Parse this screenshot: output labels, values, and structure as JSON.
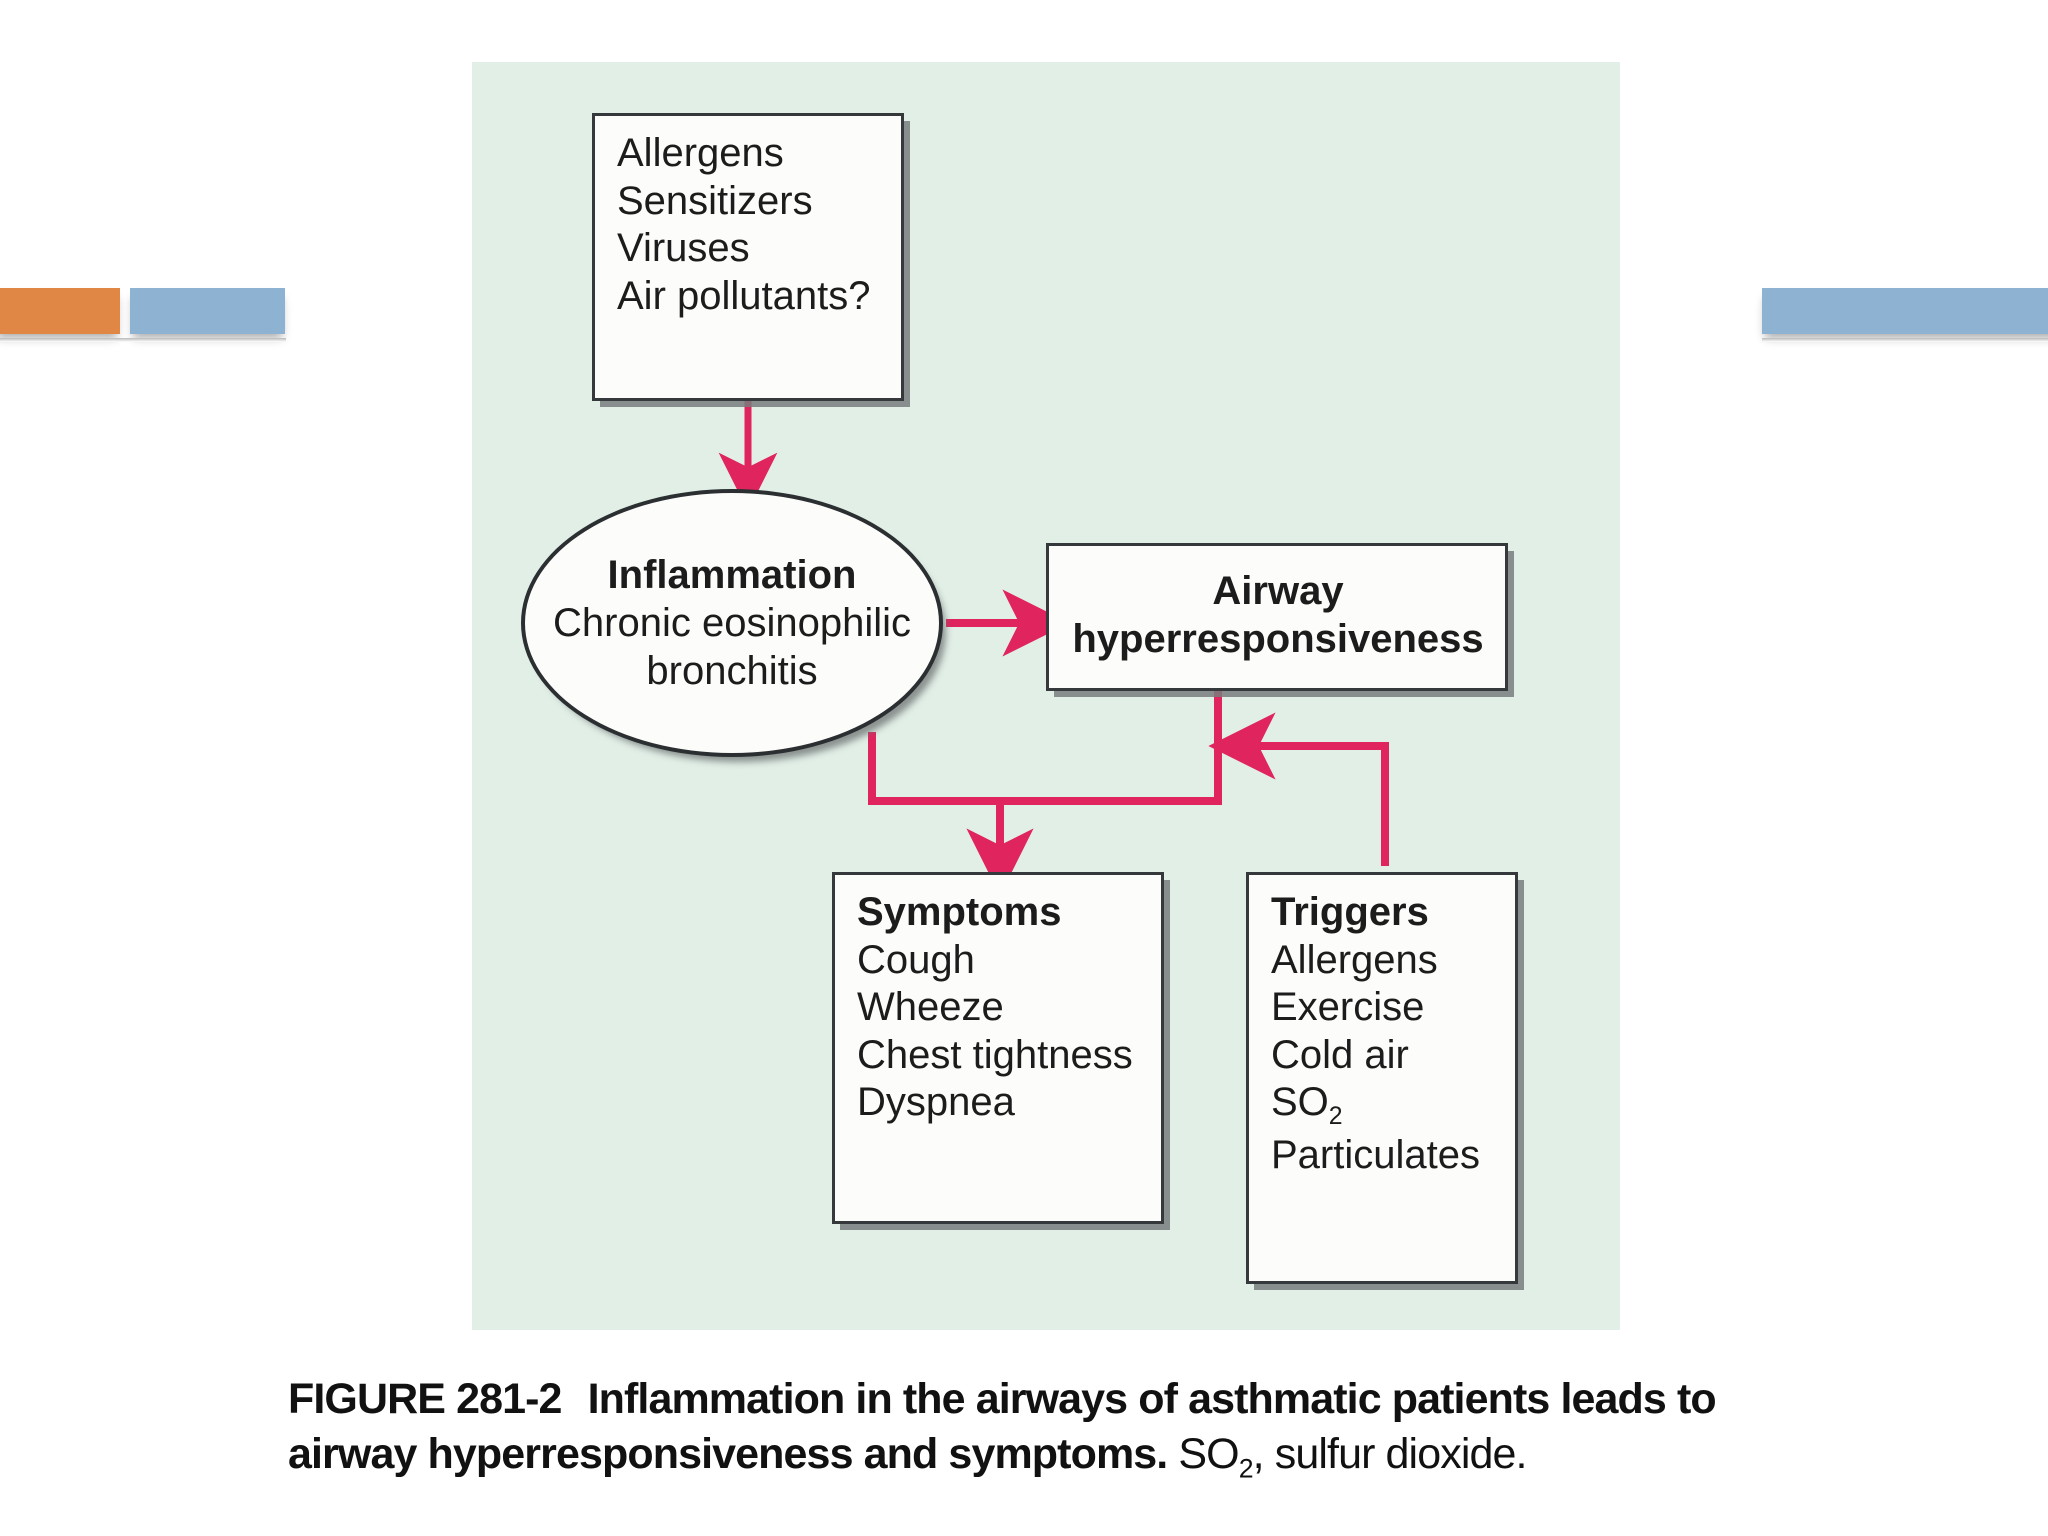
{
  "decor": {
    "bars": [
      {
        "name": "orange-bar",
        "color": "#E08746"
      },
      {
        "name": "blue-bar-left",
        "color": "#8EB3D2"
      },
      {
        "name": "blue-bar-right",
        "color": "#8EB3D2"
      }
    ]
  },
  "figure": {
    "panel_color": "#E1EFE7",
    "connector_color": "#E0245E",
    "nodes": {
      "stimuli": {
        "title": "",
        "lines": [
          "Allergens",
          "Sensitizers",
          "Viruses",
          "Air pollutants?"
        ]
      },
      "inflammation": {
        "heading": "Inflammation",
        "lines": [
          "Chronic eosinophilic",
          "bronchitis"
        ]
      },
      "airway_hyperresponsiveness": {
        "lines": [
          "Airway",
          "hyperresponsiveness"
        ]
      },
      "symptoms": {
        "heading": "Symptoms",
        "lines": [
          "Cough",
          "Wheeze",
          "Chest tightness",
          "Dyspnea"
        ]
      },
      "triggers": {
        "heading": "Triggers",
        "lines": [
          "Allergens",
          "Exercise",
          "Cold air",
          "SO2",
          "Particulates"
        ],
        "so2_base": "SO",
        "so2_sub": "2"
      }
    },
    "edges": [
      {
        "from": "stimuli",
        "to": "inflammation",
        "style": "arrow-down"
      },
      {
        "from": "inflammation",
        "to": "airway_hyperresponsiveness",
        "style": "arrow-right"
      },
      {
        "from": "inflammation",
        "to": "symptoms",
        "style": "elbow-arrow-down"
      },
      {
        "from": "airway_hyperresponsiveness",
        "to": "symptoms",
        "style": "elbow-join"
      },
      {
        "from": "triggers",
        "to": "airway_hyperresponsiveness",
        "style": "elbow-arrow-left"
      }
    ]
  },
  "caption": {
    "figure_number": "FIGURE 281-2",
    "bold_text": "Inflammation in the airways of asthmatic patients leads to airway hyperresponsiveness and symptoms",
    "bold_line_1": "Inflammation in the airways of asthmatic patients leads to airway",
    "bold_line_2": "hyperresponsiveness and symptoms",
    "period": ".",
    "abbrev_base": "SO",
    "abbrev_sub": "2",
    "abbrev_expansion": ", sulfur dioxide."
  }
}
